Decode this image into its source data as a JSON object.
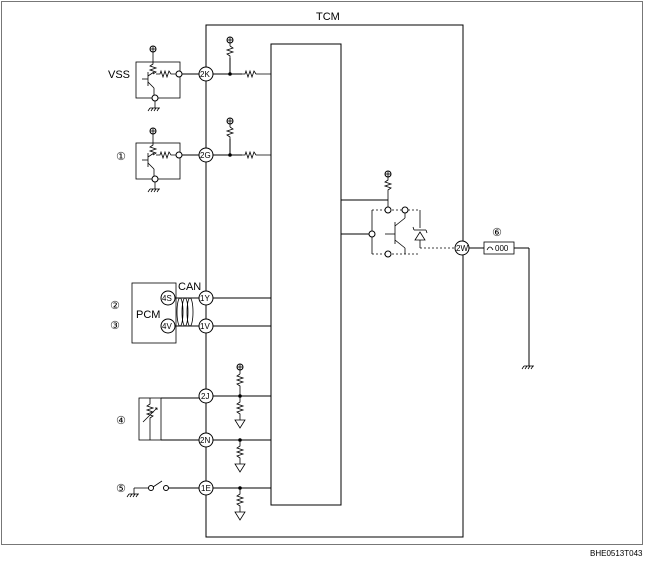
{
  "module": {
    "title": "TCM"
  },
  "pins": {
    "p2K": "2K",
    "p2G": "2G",
    "p1Y": "1Y",
    "p1V": "1V",
    "p2J": "2J",
    "p2N": "2N",
    "p1E": "1E",
    "p2W": "2W",
    "p4S": "4S",
    "p4V": "4V"
  },
  "labels": {
    "vss": "VSS",
    "pcm": "PCM",
    "can": "CAN",
    "c1": "①",
    "c2": "②",
    "c3": "③",
    "c4": "④",
    "c5": "⑤",
    "c6": "⑥",
    "fuse": "000",
    "code": "BHE0513T043"
  },
  "colors": {
    "line": "#000000",
    "background": "#ffffff",
    "border": "#777777"
  }
}
